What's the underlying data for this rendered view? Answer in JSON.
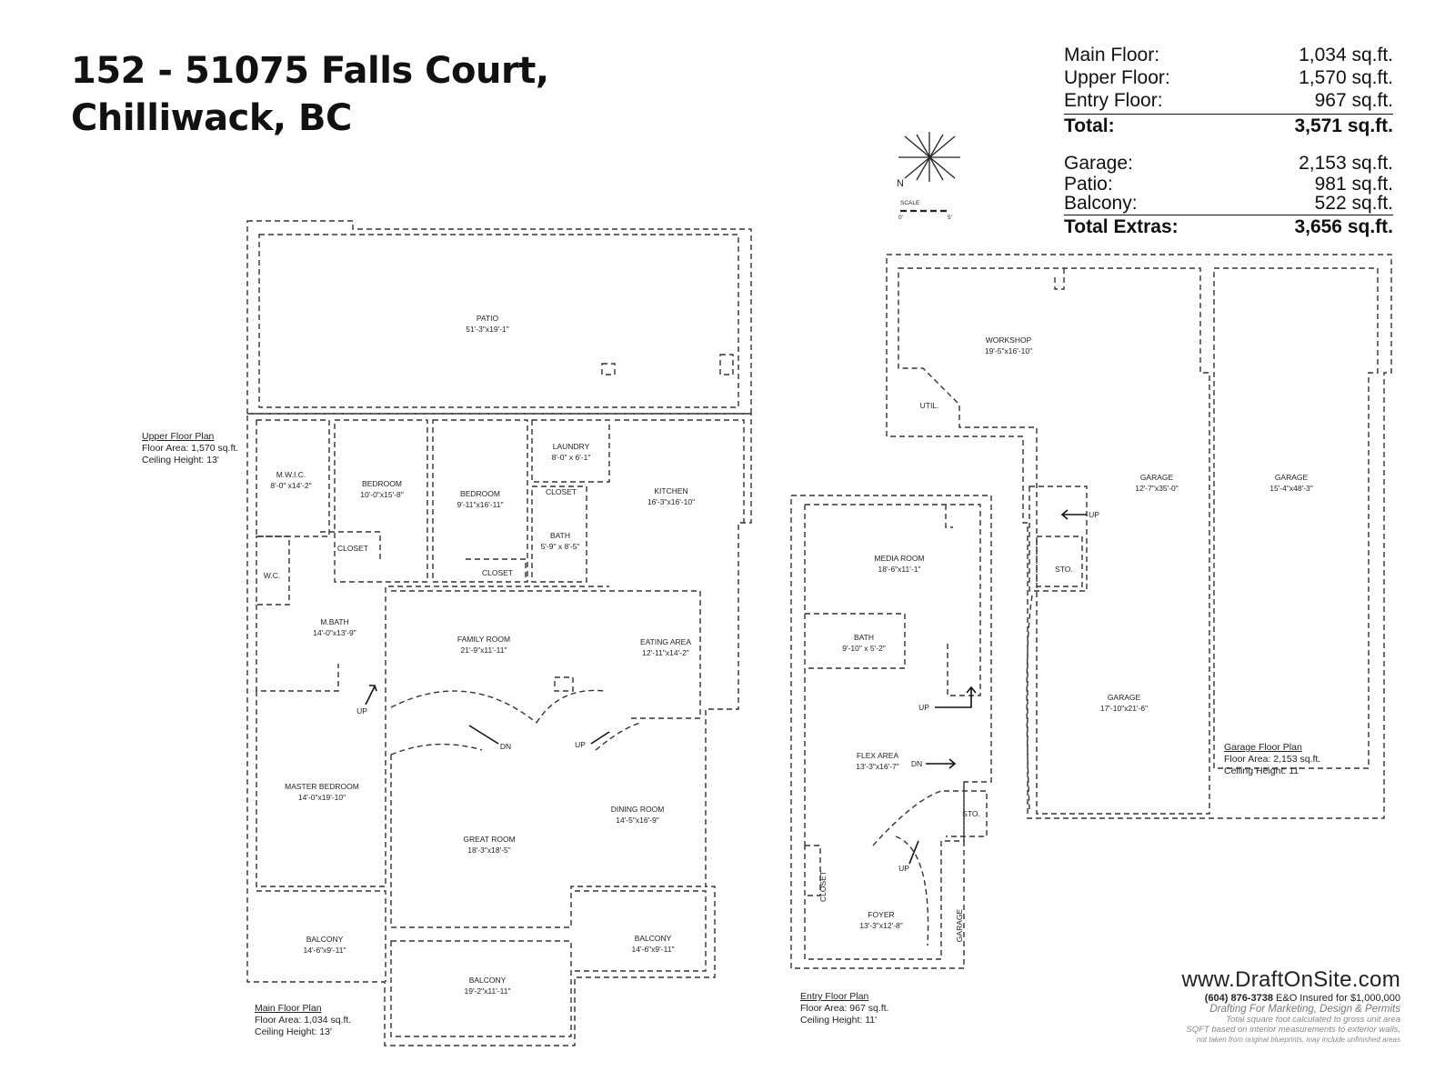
{
  "title": {
    "line1": "152 - 51075 Falls Court,",
    "line2": "Chilliwack, BC"
  },
  "areas": {
    "rows": [
      {
        "label": "Main Floor:",
        "value": "1,034 sq.ft."
      },
      {
        "label": "Upper Floor:",
        "value": "1,570 sq.ft."
      },
      {
        "label": "Entry Floor:",
        "value": "967 sq.ft."
      }
    ],
    "total": {
      "label": "Total:",
      "value": "3,571 sq.ft."
    },
    "extras": [
      {
        "label": "Garage:",
        "value": "2,153 sq.ft."
      },
      {
        "label": "Patio:",
        "value": "981 sq.ft."
      },
      {
        "label": "Balcony:",
        "value": "522 sq.ft."
      }
    ],
    "extras_total": {
      "label": "Total Extras:",
      "value": "3,656 sq.ft."
    }
  },
  "compass": {
    "north": "N",
    "scale_label": "SCALE",
    "scale_start": "0'",
    "scale_end": "5'"
  },
  "rooms": {
    "patio": {
      "name": "PATIO",
      "dim": "51'-3\"x19'-1\""
    },
    "mwic": {
      "name": "M.W.I.C.",
      "dim": "8'-0\" x14'-2\""
    },
    "bedroom1": {
      "name": "BEDROOM",
      "dim": "10'-0\"x15'-8\""
    },
    "bedroom2": {
      "name": "BEDROOM",
      "dim": "9'-11\"x16'-11\""
    },
    "laundry": {
      "name": "LAUNDRY",
      "dim": "8'-0\" x 6'-1\""
    },
    "kitchen": {
      "name": "KITCHEN",
      "dim": "16'-3\"x16'-10\""
    },
    "closet1": {
      "name": "CLOSET"
    },
    "closet2": {
      "name": "CLOSET"
    },
    "closet3": {
      "name": "CLOSET"
    },
    "bath_upper": {
      "name": "BATH",
      "dim": "5'-9\" x 8'-5\""
    },
    "wc": {
      "name": "W.C."
    },
    "mbath": {
      "name": "M.BATH",
      "dim": "14'-0\"x13'-9\""
    },
    "family": {
      "name": "FAMILY ROOM",
      "dim": "21'-9\"x11'-11\""
    },
    "eating": {
      "name": "EATING AREA",
      "dim": "12'-11\"x14'-2\""
    },
    "master": {
      "name": "MASTER BEDROOM",
      "dim": "14'-0\"x19'-10\""
    },
    "great": {
      "name": "GREAT ROOM",
      "dim": "18'-3\"x18'-5\""
    },
    "dining": {
      "name": "DINING ROOM",
      "dim": "14'-5\"x16'-9\""
    },
    "balcony_left": {
      "name": "BALCONY",
      "dim": "14'-6\"x9'-11\""
    },
    "balcony_right": {
      "name": "BALCONY",
      "dim": "14'-6\"x9'-11\""
    },
    "balcony_bottom": {
      "name": "BALCONY",
      "dim": "19'-2\"x11'-11\""
    },
    "media": {
      "name": "MEDIA ROOM",
      "dim": "18'-6\"x11'-1\""
    },
    "bath_entry": {
      "name": "BATH",
      "dim": "9'-10\" x 5'-2\""
    },
    "flex": {
      "name": "FLEX AREA",
      "dim": "13'-3\"x16'-7\""
    },
    "sto1": {
      "name": "STO."
    },
    "sto2": {
      "name": "STO."
    },
    "foyer": {
      "name": "FOYER",
      "dim": "13'-3\"x12'-8\""
    },
    "closet_foyer": {
      "name": "CLOSET"
    },
    "garage_label": {
      "name": "GARAGE"
    },
    "workshop": {
      "name": "WORKSHOP",
      "dim": "19'-5\"x16'-10\""
    },
    "util": {
      "name": "UTIL."
    },
    "garage_mid": {
      "name": "GARAGE",
      "dim": "12'-7\"x35'-0\""
    },
    "garage_right": {
      "name": "GARAGE",
      "dim": "15'-4\"x48'-3\""
    },
    "garage_bottom": {
      "name": "GARAGE",
      "dim": "17'-10\"x21'-6\""
    }
  },
  "stairs": {
    "up": "UP",
    "dn": "DN"
  },
  "plans": {
    "upper": {
      "name": "Upper Floor Plan",
      "area": "Floor Area: 1,570 sq.ft.",
      "ceiling": "Ceiling Height: 13'"
    },
    "main": {
      "name": "Main Floor Plan",
      "area": "Floor Area: 1,034 sq.ft.",
      "ceiling": "Ceiling Height: 13'"
    },
    "entry": {
      "name": "Entry Floor Plan",
      "area": "Floor Area: 967 sq.ft.",
      "ceiling": "Ceiling Height: 11'"
    },
    "garage": {
      "name": "Garage Floor Plan",
      "area": "Floor Area: 2,153 sq.ft.",
      "ceiling": "Ceiling Height: 11'"
    }
  },
  "brand": {
    "web_prefix": "www.",
    "web_name": "DraftOnSite",
    "web_suffix": ".com",
    "phone": "(604) 876-3738",
    "insured": "E&O Insured for $1,000,000",
    "tagline": "Drafting For Marketing, Design & Permits",
    "note1": "Total square foot calculated to gross unit area",
    "note2": "SQFT based on interior measurements to exterior walls,",
    "note3": "not taken from original blueprints, may include unfinished areas"
  }
}
